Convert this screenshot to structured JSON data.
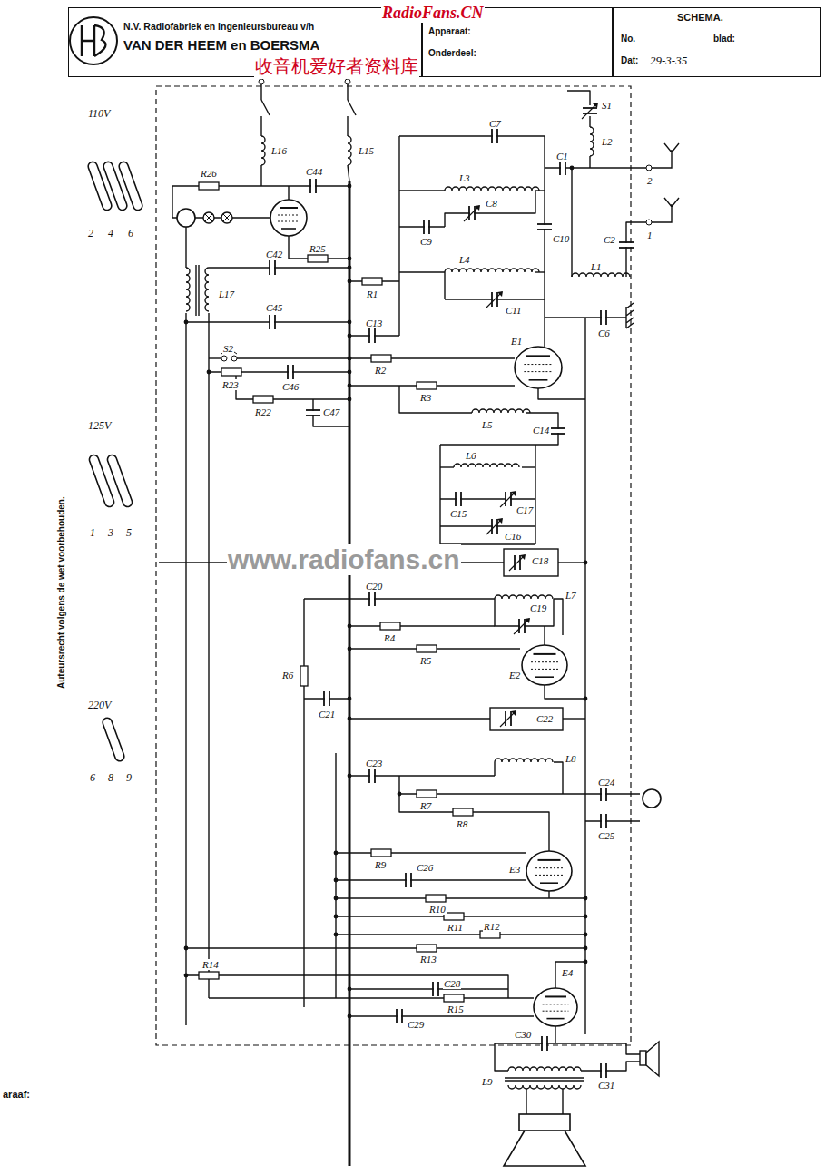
{
  "diagram": {
    "nodes": [
      {
        "text": [
          "N.V. Radiofabriek en Ingenieursbureau v/h",
          "VAN DER HEEM en BOERSMA"
        ]
      },
      {
        "text": [
          "Apparaat:",
          "Onderdeel:"
        ]
      },
      {
        "text": [
          "SCHEMA.",
          "No.",
          "blad:",
          "Dat:",
          "29-3-35"
        ]
      }
    ],
    "labels": [
      "RadioFans.CN",
      "收音机爱好者资料库",
      "www.radiofans.cn",
      "Auteursrecht volgens de wet voorbehouden.",
      "araaf:",
      "110V",
      "2",
      "4",
      "6",
      "125V",
      "1",
      "3",
      "5",
      "220V",
      "6",
      "8",
      "9",
      "2",
      "1",
      "L16",
      "L15",
      "R26",
      "C44",
      "R25",
      "L17",
      "C42",
      "C45",
      "S2",
      "R23",
      "C46",
      "R22",
      "C47",
      "S1",
      "L2",
      "C1",
      "C2",
      "L1",
      "C6",
      "C7",
      "L3",
      "C8",
      "C9",
      "C10",
      "R1",
      "L4",
      "C11",
      "C13",
      "R2",
      "R3",
      "E1",
      "L5",
      "C14",
      "L6",
      "C15",
      "C17",
      "C16",
      "C18",
      "L7",
      "C19",
      "C20",
      "R4",
      "R5",
      "E2",
      "R6",
      "C21",
      "C22",
      "L8",
      "C23",
      "R7",
      "C24",
      "C25",
      "R8",
      "R9",
      "E3",
      "C26",
      "R10",
      "R11",
      "R12",
      "R13",
      "R14",
      "C28",
      "R15",
      "C29",
      "E4",
      "C30",
      "C31",
      "L9"
    ]
  }
}
